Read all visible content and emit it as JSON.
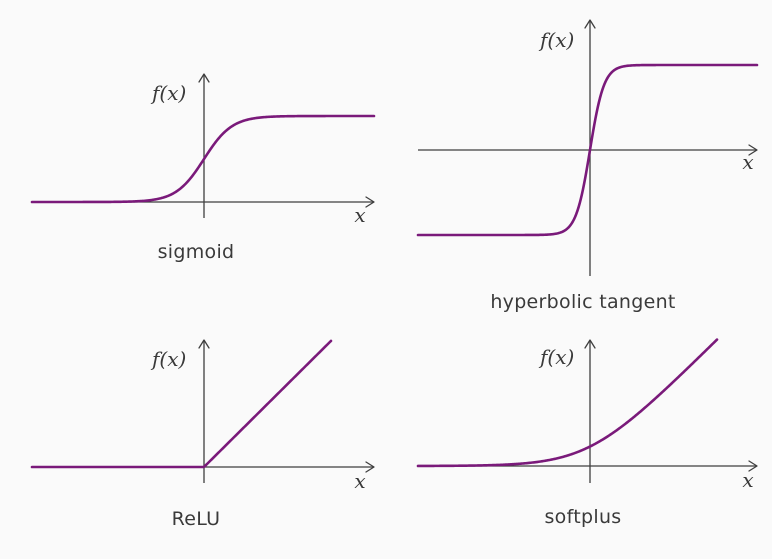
{
  "accent_color": "#7a1a7a",
  "chart_data": [
    {
      "type": "line",
      "caption": "sigmoid",
      "ylabel": "f(x)",
      "xlabel": "x",
      "series": [
        {
          "function": "sigmoid",
          "x": [
            -6,
            -4,
            -2,
            -1,
            0,
            1,
            2,
            4,
            6
          ],
          "values": [
            0.0025,
            0.018,
            0.119,
            0.269,
            0.5,
            0.731,
            0.881,
            0.982,
            0.9975
          ]
        }
      ],
      "xlim": [
        -6,
        6
      ],
      "ylim": [
        -0.4,
        1.4
      ]
    },
    {
      "type": "line",
      "caption": "hyperbolic tangent",
      "ylabel": "f(x)",
      "xlabel": "x",
      "series": [
        {
          "function": "tanh",
          "x": [
            -6,
            -2,
            -1,
            0,
            1,
            2,
            6
          ],
          "values": [
            -1,
            -0.964,
            -0.762,
            0,
            0.762,
            0.964,
            1
          ]
        }
      ],
      "xlim": [
        -6,
        6
      ],
      "ylim": [
        -1.5,
        1.5
      ]
    },
    {
      "type": "line",
      "caption": "ReLU",
      "ylabel": "f(x)",
      "xlabel": "x",
      "series": [
        {
          "function": "relu",
          "x": [
            -6,
            0,
            4.5
          ],
          "values": [
            0,
            0,
            4.5
          ]
        }
      ],
      "xlim": [
        -6,
        6
      ],
      "ylim": [
        -1,
        5
      ]
    },
    {
      "type": "line",
      "caption": "softplus",
      "ylabel": "f(x)",
      "xlabel": "x",
      "series": [
        {
          "function": "softplus",
          "x": [
            -6,
            -2,
            0,
            2,
            4.5
          ],
          "values": [
            0.0025,
            0.127,
            0.693,
            2.127,
            4.511
          ]
        }
      ],
      "xlim": [
        -6,
        6
      ],
      "ylim": [
        -1,
        5
      ]
    }
  ]
}
